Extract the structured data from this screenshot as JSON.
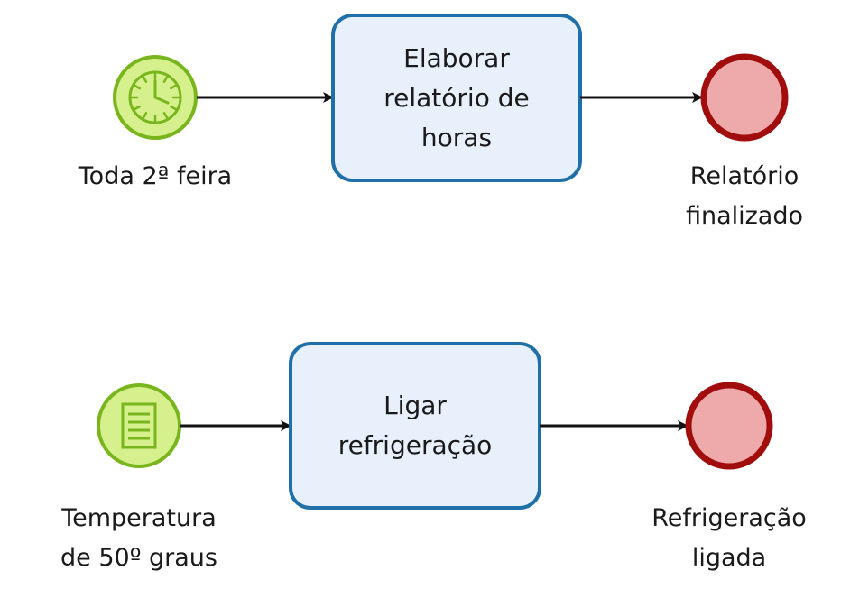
{
  "diagram": {
    "process1": {
      "start_event": {
        "type": "timer-start-event",
        "label_lines": [
          "Toda 2ª feira"
        ]
      },
      "task": {
        "label_lines": [
          "Elaborar",
          "relatório de",
          "horas"
        ]
      },
      "end_event": {
        "type": "end-event",
        "label_lines": [
          "Relatório",
          "finalizado"
        ]
      }
    },
    "process2": {
      "start_event": {
        "type": "conditional-start-event",
        "label_lines": [
          "Temperatura",
          "de 50º graus"
        ]
      },
      "task": {
        "label_lines": [
          "Ligar",
          "refrigeração"
        ]
      },
      "end_event": {
        "type": "end-event",
        "label_lines": [
          "Refrigeração",
          "ligada"
        ]
      }
    }
  },
  "colors": {
    "start_fill": "#d5f08c",
    "start_stroke": "#79b51c",
    "task_fill": "#e8f0fb",
    "task_stroke": "#1f6fa8",
    "end_fill": "#eeaaaa",
    "end_stroke": "#a10d0d",
    "flow": "#111111"
  }
}
